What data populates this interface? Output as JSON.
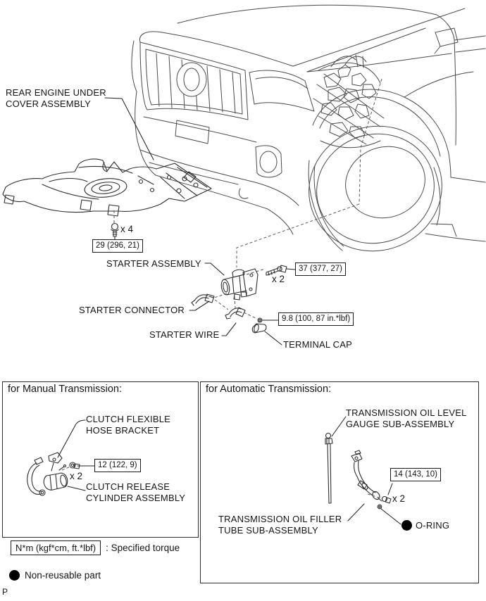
{
  "main_diagram": {
    "rear_cover_label_1": "REAR ENGINE UNDER",
    "rear_cover_label_2": "COVER ASSEMBLY",
    "under_cover_qty": "x 4",
    "under_cover_torque": "29 (296, 21)",
    "starter_assembly_label": "STARTER ASSEMBLY",
    "starter_bolt_torque": "37 (377, 27)",
    "starter_bolt_qty": "x 2",
    "starter_connector_label": "STARTER CONNECTOR",
    "starter_wire_label": "STARTER WIRE",
    "terminal_nut_torque": "9.8 (100, 87 in.*lbf)",
    "terminal_cap_label": "TERMINAL CAP"
  },
  "manual_transmission": {
    "title": "for Manual Transmission:",
    "hose_bracket_label_1": "CLUTCH FLEXIBLE",
    "hose_bracket_label_2": "HOSE BRACKET",
    "bolt_torque": "12 (122, 9)",
    "bolt_qty": "x 2",
    "release_cylinder_label_1": "CLUTCH RELEASE",
    "release_cylinder_label_2": "CYLINDER ASSEMBLY"
  },
  "automatic_transmission": {
    "title": "for Automatic Transmission:",
    "level_gauge_label_1": "TRANSMISSION OIL LEVEL",
    "level_gauge_label_2": "GAUGE SUB-ASSEMBLY",
    "bolt_torque": "14 (143, 10)",
    "bolt_qty": "x 2",
    "filler_tube_label_1": "TRANSMISSION OIL FILLER",
    "filler_tube_label_2": "TUBE SUB-ASSEMBLY",
    "oring_label": "O-RING"
  },
  "legend": {
    "torque_unit_box": "N*m (kgf*cm, ft.*lbf)",
    "torque_caption": ": Specified torque",
    "nonreusable_label": "Non-reusable part"
  },
  "page": {
    "footer_letter": "P"
  },
  "colors": {
    "line_art": "#4a4a4a",
    "part_line": "#2e2e2e",
    "text": "#141414"
  }
}
